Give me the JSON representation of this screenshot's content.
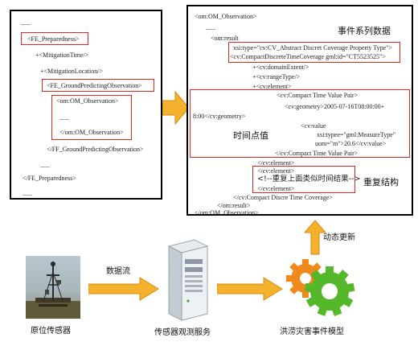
{
  "left_panel": {
    "lines": [
      "......",
      "<FE_Preparedness>",
      "+<MitigationTime/>",
      "+<MitigationLocation/>",
      "<FE_GroundPredictingObservation>",
      "<om:OM_Observation>",
      "......",
      "</om:OM_Observation>",
      "</FF_GroundPredictingObservation>",
      "......",
      "</FE_Preparedness>",
      "......"
    ]
  },
  "right_panel": {
    "lines": [
      "<om:OM_Observation>",
      "......",
      "<om:result",
      "xsi:type=\"cv:CV_Abstract Discret Coverage Property Type\">",
      "<cv:CompactDiscreteTimeCoverage gml:id=\"CT5523525\">",
      "+<cv:domainExtent/>",
      "+<cv:rangeType/>",
      "+<cv:element>",
      "<cv:Compact Time Value Pair>",
      "<cv:geometry>2005-07-16T08:00:00+",
      "8:00</cv:geometry>",
      "<cv:value",
      "xsi:typee=\"gml:MeasureType\"",
      "uom=\"m\">20.6</cv:value>",
      "</cv:Compact Time Value Pair>",
      "</cv:element>",
      "</cv:element>",
      "<!--重复上面类似时间结果-->",
      "</cv:element>",
      "</cv:Compact Discre Time Coverage>",
      "</om:result>",
      "</om:OM_Observation>"
    ],
    "label_series": "事件系列数据",
    "label_timepoint": "时间点值",
    "label_repeat": "重复结构"
  },
  "bottom": {
    "sensor_label": "原位传感器",
    "flow_label": "数据流",
    "service_label": "传感器观测服务",
    "model_label": "洪涝灾害事件模型",
    "update_label": "动态更新"
  },
  "colors": {
    "arrow_fill": "#f4b12c",
    "arrow_stroke": "#d98a10",
    "highlight": "#e0281f",
    "gear_green": "#55b82a",
    "gear_orange": "#f08a1c"
  }
}
